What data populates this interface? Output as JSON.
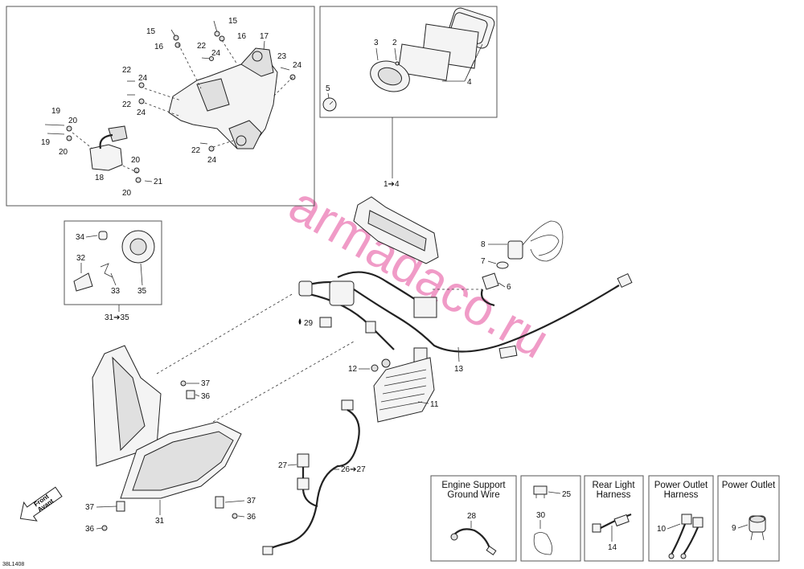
{
  "watermark": "armadaco.ru",
  "diagram_code": "38L1408",
  "front_arrow": {
    "line1": "Front",
    "line2": "Avant"
  },
  "callouts": {
    "c15a": "15",
    "c15b": "15",
    "c16a": "16",
    "c16b": "16",
    "c17": "17",
    "c22a": "22",
    "c22b": "22",
    "c22c": "22",
    "c22d": "22",
    "c23": "23",
    "c24a": "24",
    "c24b": "24",
    "c24c": "24",
    "c24d": "24",
    "c24e": "24",
    "c19a": "19",
    "c19b": "19",
    "c20a": "20",
    "c20b": "20",
    "c20c": "20",
    "c20d": "20",
    "c18": "18",
    "c21": "21",
    "c3": "3",
    "c2": "2",
    "c5": "5",
    "c4": "4",
    "c1to4": "1➔4",
    "c34": "34",
    "c32": "32",
    "c33": "33",
    "c35": "35",
    "c31to35": "31➔35",
    "c8": "8",
    "c7": "7",
    "c6": "6",
    "c29": "29",
    "c12": "12",
    "c13": "13",
    "c11": "11",
    "c37a": "37",
    "c36a": "36",
    "c37b": "37",
    "c37c": "37",
    "c36b": "36",
    "c36c": "36",
    "c31": "31",
    "c27": "27",
    "c26to27": "26➔27",
    "c28": "28",
    "c25": "25",
    "c30": "30",
    "c14": "14",
    "c10": "10",
    "c9": "9"
  },
  "inset_titles": {
    "engine_support_line1": "Engine Support",
    "engine_support_line2": "Ground Wire",
    "rear_light_line1": "Rear Light",
    "rear_light_line2": "Harness",
    "power_outlet_harness_line1": "Power Outlet",
    "power_outlet_harness_line2": "Harness",
    "power_outlet": "Power Outlet"
  }
}
